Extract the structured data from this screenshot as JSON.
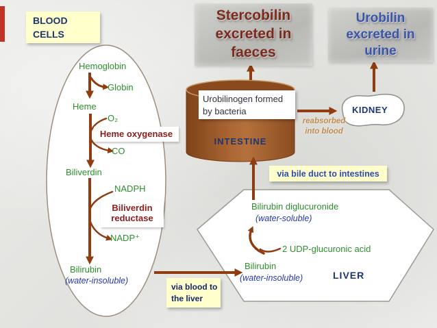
{
  "colors": {
    "arrow_brown": "#8f3c10",
    "pathway_green": "#2c8f2c",
    "label_navy": "#1d3570",
    "enzyme_maroon": "#8c1d1d",
    "soluble_blue": "#2537b5",
    "note_yellow": "#ffffcc",
    "intestine_brown": "#9a5a28",
    "stercobilin_title_maroon": "#7b2b1e",
    "urobilin_title_blue": "#3b56a8"
  },
  "titles": {
    "stercobilin": "Stercobilin excreted in faeces",
    "urobilin": "Urobilin excreted in urine"
  },
  "blood_cells": {
    "label": "BLOOD CELLS",
    "hemoglobin": "Hemoglobin",
    "globin": "Globin",
    "heme": "Heme",
    "o2": "O₂",
    "heme_oxygenase": "Heme oxygenase",
    "co": "CO",
    "biliverdin": "Biliverdin",
    "nadph": "NADPH",
    "biliverdin_reductase": "Biliverdin reductase",
    "nadp": "NADP⁺",
    "bilirubin": "Bilirubin",
    "water_insoluble": "(water-insoluble)"
  },
  "intestine": {
    "label": "INTESTINE",
    "urobilinogen_note": "Urobilinogen formed by bacteria"
  },
  "kidney": {
    "label": "KIDNEY",
    "reabsorbed_note": "reabsorbed into blood"
  },
  "routes": {
    "via_bile_duct": "via bile duct to intestines",
    "via_blood": "via blood to the liver"
  },
  "liver": {
    "label": "LIVER",
    "bilirubin_diglucuronide": "Bilirubin diglucuronide",
    "water_soluble": "(water-soluble)",
    "udp_glucuronic_acid": "2 UDP-glucuronic acid",
    "bilirubin": "Bilirubin",
    "water_insoluble": "(water-insoluble)"
  }
}
